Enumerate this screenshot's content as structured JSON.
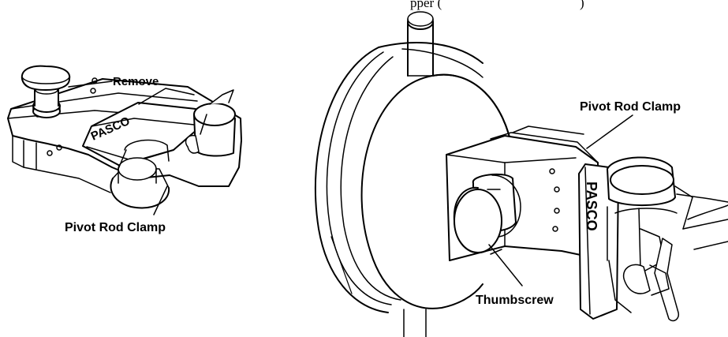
{
  "caption_fragment": "pper (",
  "caption_tail": ")",
  "left_figure": {
    "remove_label": "Remove",
    "clamp_label": "Pivot Rod Clamp",
    "brand_text": "PASCO"
  },
  "right_figure": {
    "clamp_label": "Pivot Rod Clamp",
    "thumbscrew_label": "Thumbscrew",
    "brand_text": "PASCO"
  },
  "colors": {
    "line": "#000000",
    "background": "#ffffff"
  }
}
